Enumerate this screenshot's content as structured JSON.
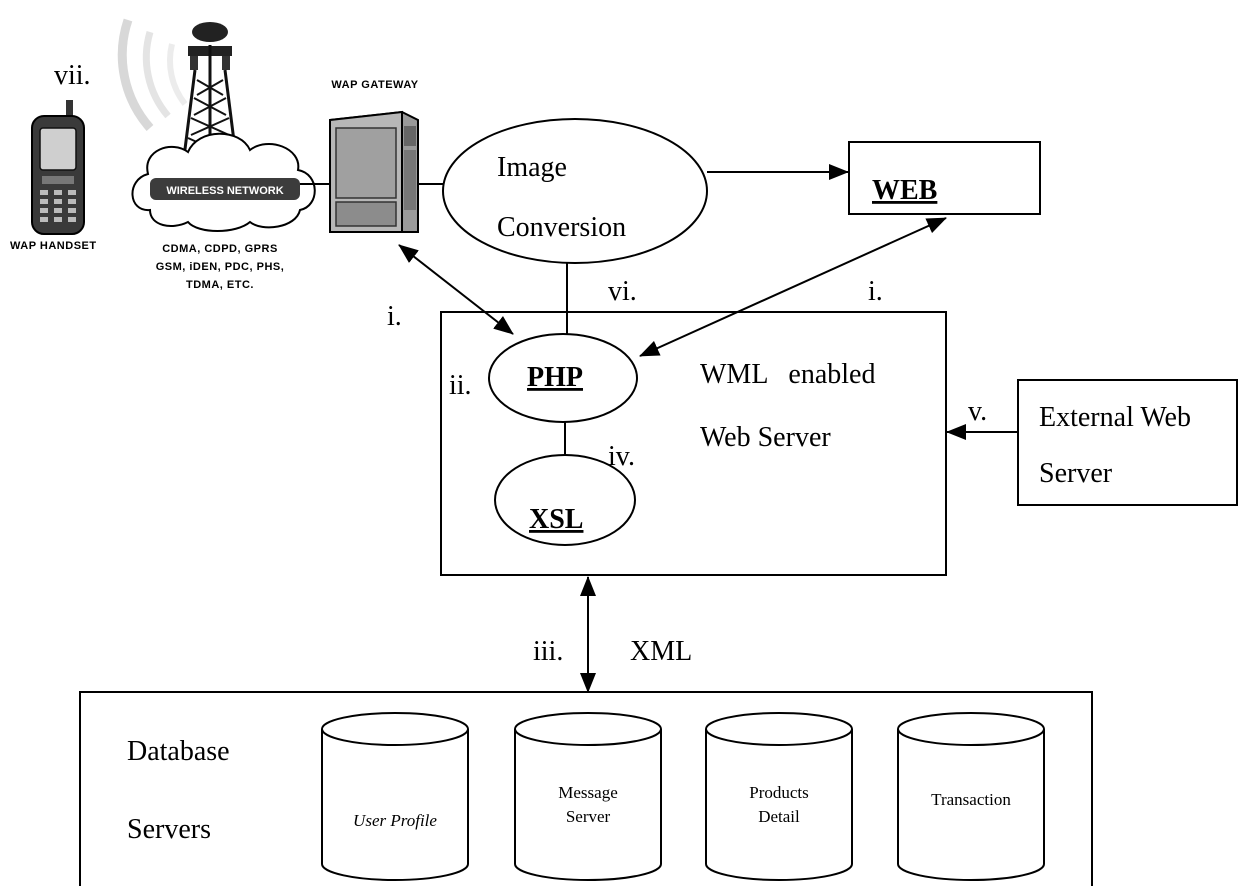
{
  "labels": {
    "wap_gateway": "WAP GATEWAY",
    "wap_handset": "WAP HANDSET",
    "wireless_network": "WIRELESS NETWORK",
    "network_types": [
      "CDMA, CDPD, GPRS",
      "GSM, iDEN, PDC, PHS,",
      "TDMA, ETC."
    ],
    "image_conversion": [
      "Image",
      "Conversion"
    ],
    "web": "WEB",
    "php": "PHP",
    "xsl": "XSL",
    "web_server": [
      "WML   enabled",
      "Web Server"
    ],
    "external_web_server": [
      "External Web",
      "Server"
    ],
    "xml": "XML",
    "database_servers": [
      "Database",
      "Servers"
    ]
  },
  "steps": {
    "i_left": "i.",
    "i_right": "i.",
    "ii": "ii.",
    "iii": "iii.",
    "iv": "iv.",
    "v": "v.",
    "vi": "vi.",
    "vii": "vii."
  },
  "databases": [
    {
      "lines": [
        "User Profile"
      ],
      "italic": true
    },
    {
      "lines": [
        "Message",
        "Server"
      ],
      "italic": false
    },
    {
      "lines": [
        "Products",
        "Detail"
      ],
      "italic": false
    },
    {
      "lines": [
        "Transaction"
      ],
      "italic": false
    }
  ]
}
